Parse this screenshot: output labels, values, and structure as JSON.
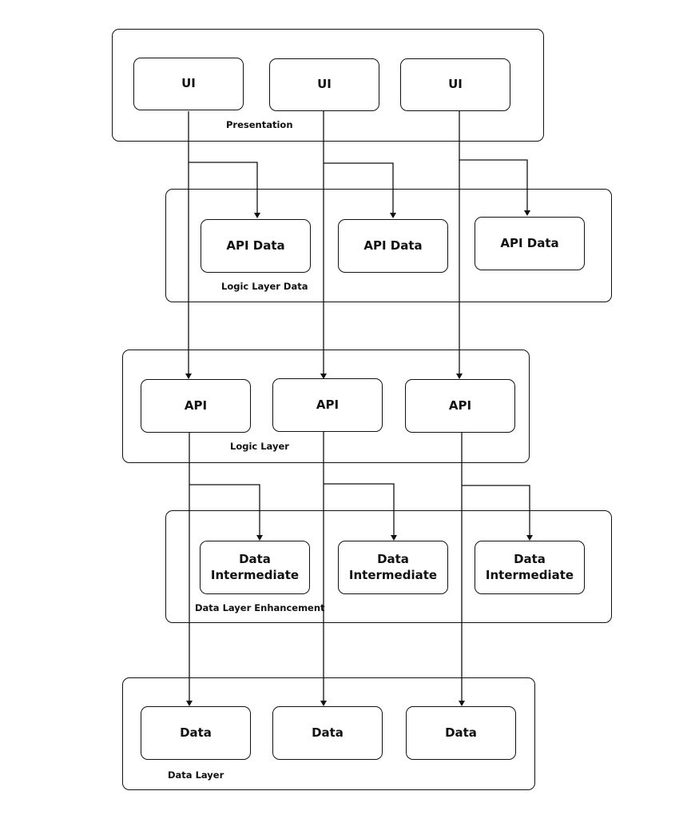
{
  "layers": [
    {
      "id": "presentation",
      "label": "Presentation",
      "boxes": [
        "UI",
        "UI",
        "UI"
      ]
    },
    {
      "id": "logic-data",
      "label": "Logic Layer Data",
      "boxes": [
        "API Data",
        "API Data",
        "API Data"
      ]
    },
    {
      "id": "logic",
      "label": "Logic Layer",
      "boxes": [
        "API",
        "API",
        "API"
      ]
    },
    {
      "id": "data-enhancement",
      "label": "Data Layer Enhancement",
      "boxes": [
        "Data Intermediate",
        "Data Intermediate",
        "Data Intermediate"
      ]
    },
    {
      "id": "data",
      "label": "Data Layer",
      "boxes": [
        "Data",
        "Data",
        "Data"
      ]
    }
  ],
  "colors": {
    "stroke": "#111111",
    "background": "#ffffff"
  }
}
